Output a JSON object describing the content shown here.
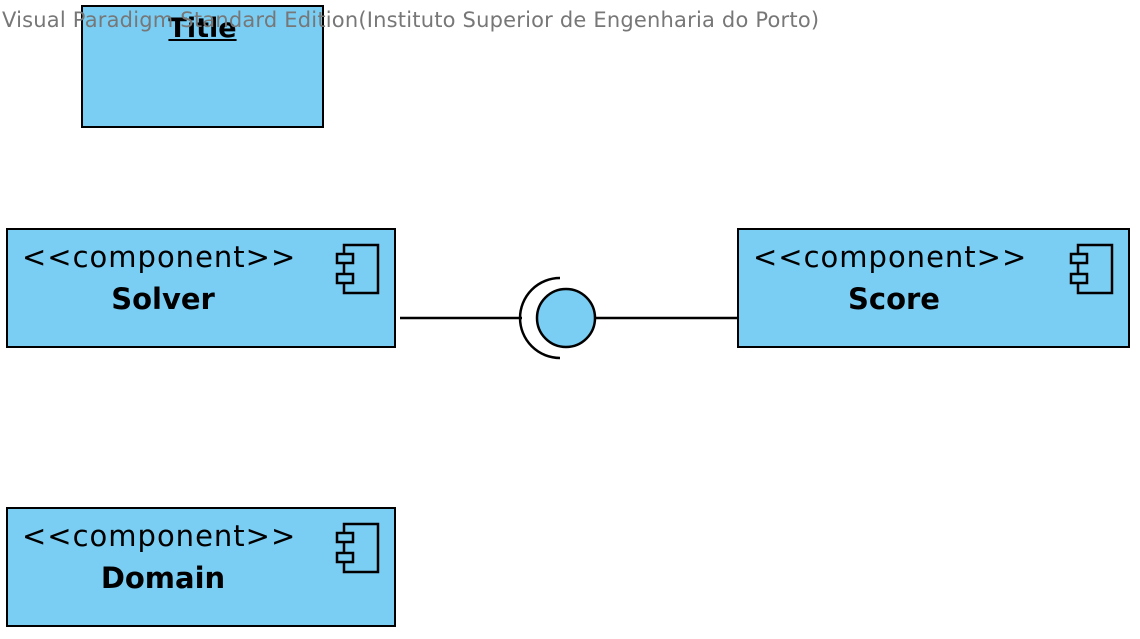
{
  "watermark": "Visual Paradigm Standard Edition(Instituto Superior de Engenharia do Porto)",
  "title_note": "Title",
  "components": {
    "solver": {
      "stereotype": "<<component>>",
      "name": "Solver"
    },
    "score": {
      "stereotype": "<<component>>",
      "name": "Score"
    },
    "domain": {
      "stereotype": "<<component>>",
      "name": "Domain"
    }
  },
  "colors": {
    "component_fill": "#7acef4",
    "stroke": "#000000",
    "watermark": "#777777"
  }
}
